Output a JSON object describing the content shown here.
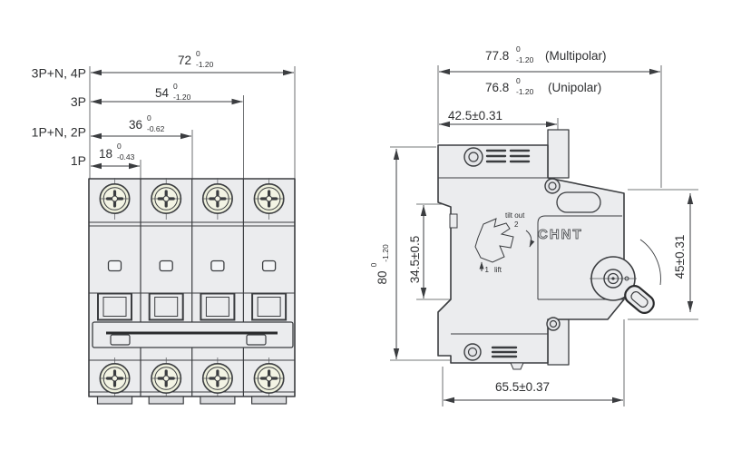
{
  "drawing": {
    "front_view": {
      "pole_labels": [
        {
          "label": "3P+N, 4P"
        },
        {
          "label": "3P"
        },
        {
          "label": "1P+N, 2P"
        },
        {
          "label": "1P"
        }
      ],
      "width_dims": [
        {
          "value": "72",
          "tol_top": "0",
          "tol_bottom": "-1.20"
        },
        {
          "value": "54",
          "tol_top": "0",
          "tol_bottom": "-1.20"
        },
        {
          "value": "36",
          "tol_top": "0",
          "tol_bottom": "-0.62"
        },
        {
          "value": "18",
          "tol_top": "0",
          "tol_bottom": "-0.43"
        }
      ]
    },
    "side_view": {
      "depth_dim_multipolar": {
        "value": "77.8",
        "tol_top": "0",
        "tol_bottom": "-1.20",
        "label": "(Multipolar)"
      },
      "depth_dim_unipolar": {
        "value": "76.8",
        "tol_top": "0",
        "tol_bottom": "-1.20",
        "label": "(Unipolar)"
      },
      "terminal_depth_dim": "42.5±0.31",
      "height_dim": {
        "value": "80",
        "tol_top": "0",
        "tol_bottom": "-1.20"
      },
      "din_recess_dim": "34.5±0.5",
      "front_height_dim": "45±0.31",
      "base_depth_dim": "65.5±0.37",
      "clip_instructions": {
        "step2_label": "2",
        "step2_text": "tilt out",
        "step1_label": "1",
        "step1_text": "lift"
      },
      "brand": "CHNT"
    },
    "colors": {
      "line": "#3b3d40",
      "body_fill": "#ebecee",
      "screw_fill": "#eef0dc",
      "background": "#ffffff"
    }
  }
}
